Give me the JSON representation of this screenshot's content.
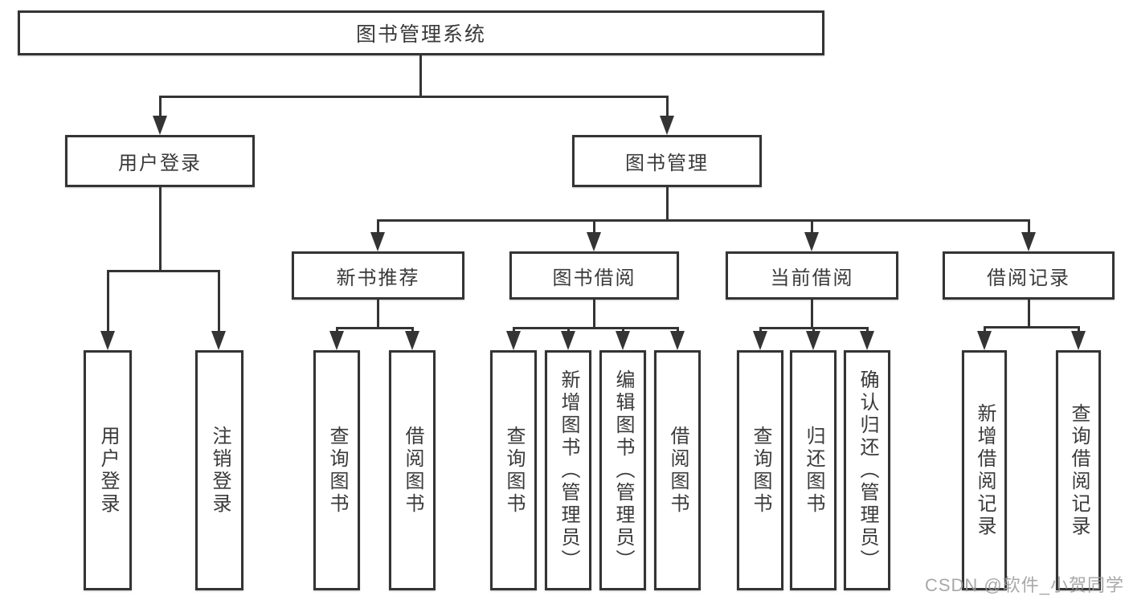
{
  "diagram": {
    "title": "图书管理系统",
    "level1": [
      {
        "label": "用户登录"
      },
      {
        "label": "图书管理"
      }
    ],
    "level2": [
      {
        "label": "新书推荐"
      },
      {
        "label": "图书借阅"
      },
      {
        "label": "当前借阅"
      },
      {
        "label": "借阅记录"
      }
    ],
    "leaves": [
      {
        "label": "用户登录"
      },
      {
        "label": "注销登录"
      },
      {
        "label": "查询图书"
      },
      {
        "label": "借阅图书"
      },
      {
        "label": "查询图书"
      },
      {
        "label": "新增图书（管理员）"
      },
      {
        "label": "编辑图书（管理员）"
      },
      {
        "label": "借阅图书"
      },
      {
        "label": "查询图书"
      },
      {
        "label": "归还图书"
      },
      {
        "label": "确认归还（管理员）"
      },
      {
        "label": "新增借阅记录"
      },
      {
        "label": "查询借阅记录"
      }
    ]
  },
  "watermark": {
    "text": "CSDN @软件_小贺同学"
  },
  "colors": {
    "line": "#343434",
    "text": "#3a3a3a",
    "background": "#ffffff",
    "watermark": "#9a9a9a"
  }
}
